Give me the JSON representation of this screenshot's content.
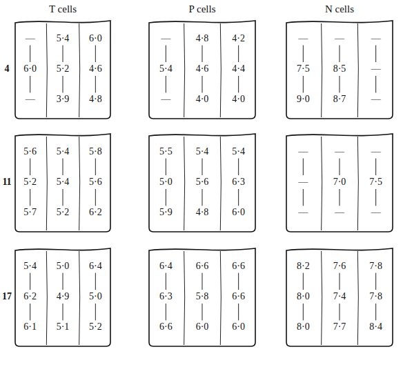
{
  "diagram": {
    "nodes": [
      {
        "text": [
          "—",
          "5·4",
          "6·0",
          "6·0",
          "5·2",
          "4·6",
          "—",
          "3·9",
          "4·8"
        ]
      },
      {
        "text": [
          "—",
          "4·8",
          "4·2",
          "5·4",
          "4·6",
          "4·4",
          "—",
          "4·0",
          "4·0"
        ]
      },
      {
        "text": [
          "—",
          "—",
          "—",
          "7·5",
          "8·5",
          "—",
          "9·0",
          "8·7",
          "—"
        ]
      },
      {
        "text": [
          "5·6",
          "5·4",
          "5·8",
          "5·2",
          "5·4",
          "5·6",
          "5·7",
          "5·2",
          "6·2"
        ]
      },
      {
        "text": [
          "5·5",
          "5·4",
          "5·4",
          "5·0",
          "5·6",
          "6·3",
          "5·9",
          "4·8",
          "6·0"
        ]
      },
      {
        "text": [
          "—",
          "—",
          "—",
          "—",
          "7·0",
          "7·5",
          "—",
          "—",
          "—"
        ]
      },
      {
        "text": [
          "5·4",
          "5·0",
          "6·4",
          "6·2",
          "4·9",
          "5·0",
          "6·1",
          "5·1",
          "5·2"
        ]
      },
      {
        "text": [
          "6·4",
          "6·6",
          "6·6",
          "6·3",
          "5·8",
          "6·6",
          "6·6",
          "6·0",
          "6·0"
        ]
      },
      {
        "text": [
          "8·2",
          "7·6",
          "7·8",
          "8·0",
          "7·4",
          "7·8",
          "8·0",
          "7·7",
          "8·4"
        ]
      }
    ],
    "labels": [
      "T cells",
      "P cells",
      "N cells",
      "4",
      "11",
      "17"
    ]
  }
}
